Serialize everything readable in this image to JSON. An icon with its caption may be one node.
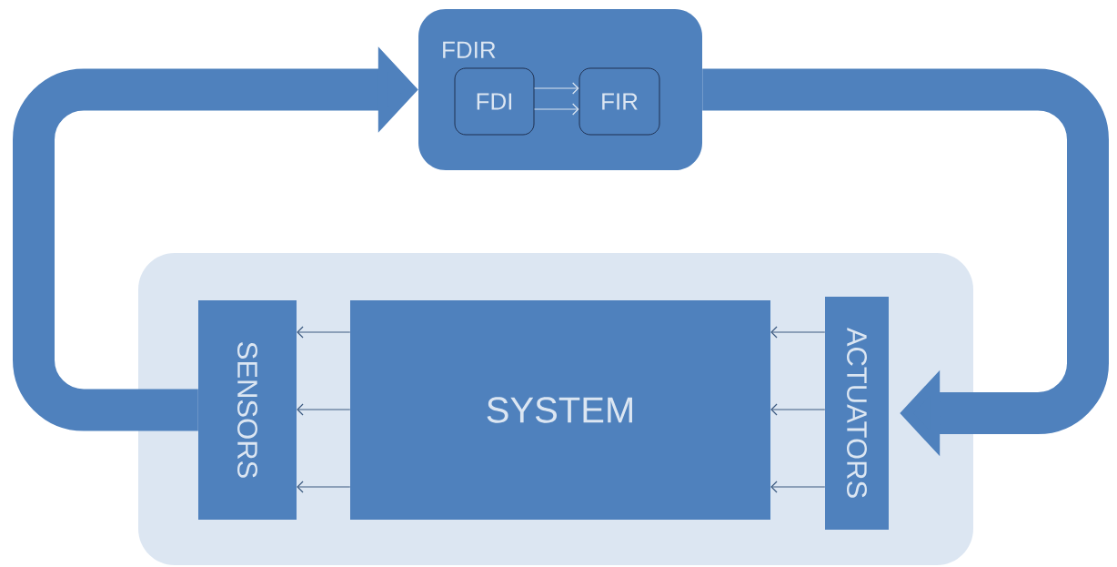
{
  "diagram": {
    "nodes": [
      {
        "text": [
          "FDIR"
        ]
      },
      {
        "text": [
          "FDI"
        ],
        "in": 0
      },
      {
        "text": [
          "FIR"
        ],
        "in": 0
      },
      {
        "text": [],
        "shape": "box"
      },
      {
        "text": [
          "SENSORS"
        ],
        "in": 3
      },
      {
        "text": [
          "SYSTEM"
        ],
        "in": 3
      },
      {
        "text": [
          "ACTUATORS"
        ],
        "in": 3
      }
    ],
    "edges": [
      {
        "from": 1,
        "to": 2,
        "arrow": "to",
        "color": "#dce6f2"
      },
      {
        "from": 1,
        "to": 2,
        "arrow": "to",
        "color": "#dce6f2"
      },
      {
        "from": 4,
        "to": 0,
        "arrow": "to",
        "style": "thick",
        "color": "#4f81bd"
      },
      {
        "from": 0,
        "to": 6,
        "arrow": "to",
        "style": "thick",
        "color": "#4f81bd"
      },
      {
        "from": 6,
        "to": 5,
        "arrow": "to"
      },
      {
        "from": 6,
        "to": 5,
        "arrow": "to"
      },
      {
        "from": 6,
        "to": 5,
        "arrow": "to"
      },
      {
        "from": 5,
        "to": 4,
        "arrow": "to"
      },
      {
        "from": 5,
        "to": 4,
        "arrow": "to"
      },
      {
        "from": 5,
        "to": 4,
        "arrow": "to"
      }
    ]
  }
}
